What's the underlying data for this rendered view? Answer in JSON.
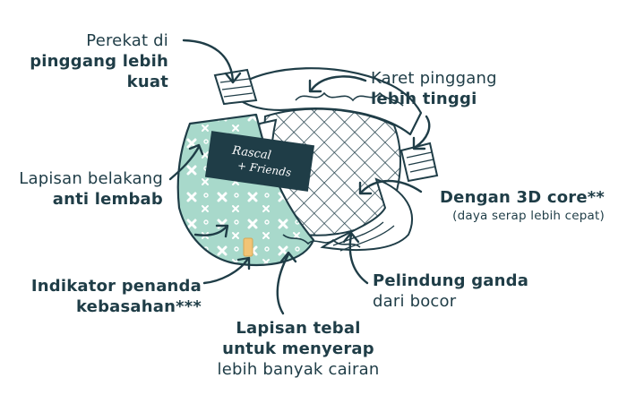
{
  "colors": {
    "ink": "#1f3d47",
    "teal_fill": "#a8d9cb",
    "label_bg": "#1f3d47",
    "white": "#ffffff",
    "wetness_indicator": "#f2c476"
  },
  "brand": {
    "line1": "Rascal",
    "line2": "+ Friends"
  },
  "callouts": {
    "perekat": {
      "light": "Perekat di",
      "bold1": "pinggang lebih",
      "bold2": "kuat"
    },
    "karet": {
      "light": "Karet pinggang",
      "bold": "lebih tinggi"
    },
    "lapisan_belakang": {
      "light": "Lapisan belakang",
      "bold": "anti lembab"
    },
    "core": {
      "bold": "Dengan 3D core**",
      "small": "(daya serap lebih cepat)"
    },
    "indikator": {
      "bold1": "Indikator penanda",
      "bold2": "kebasahan***"
    },
    "pelindung": {
      "bold": "Pelindung ganda",
      "light": "dari bocor"
    },
    "lapisan_tebal": {
      "bold1": "Lapisan tebal",
      "bold2": "untuk menyerap",
      "light": "lebih banyak cairan"
    }
  }
}
